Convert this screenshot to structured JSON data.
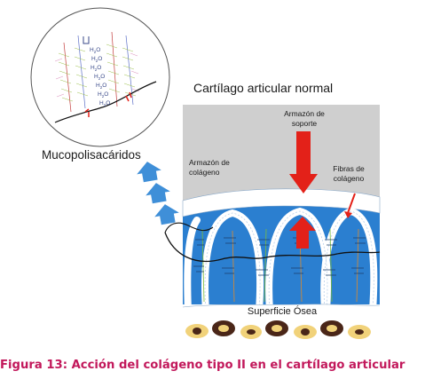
{
  "labels": {
    "title": "Cartílago articular normal",
    "support_frame": "Armazón de soporte",
    "collagen_frame": "Armazón de colágeno",
    "collagen_fibers": "Fibras de colágeno",
    "bone_surface": "Superficie Ósea",
    "mucopolysaccharides": "Mucopolisacáridos",
    "water": "H2O"
  },
  "caption": "Figura 13: Acción del colágeno tipo II en el cartílago articular",
  "colors": {
    "cartilage_blue": "#2b7fd0",
    "support_gray": "#cfcfcf",
    "arrow_red": "#e32119",
    "arrow_blue": "#3f8fd8",
    "caption_magenta": "#c2185b",
    "bone_yellow": "#f1d27a",
    "bone_brown": "#4a2618"
  }
}
